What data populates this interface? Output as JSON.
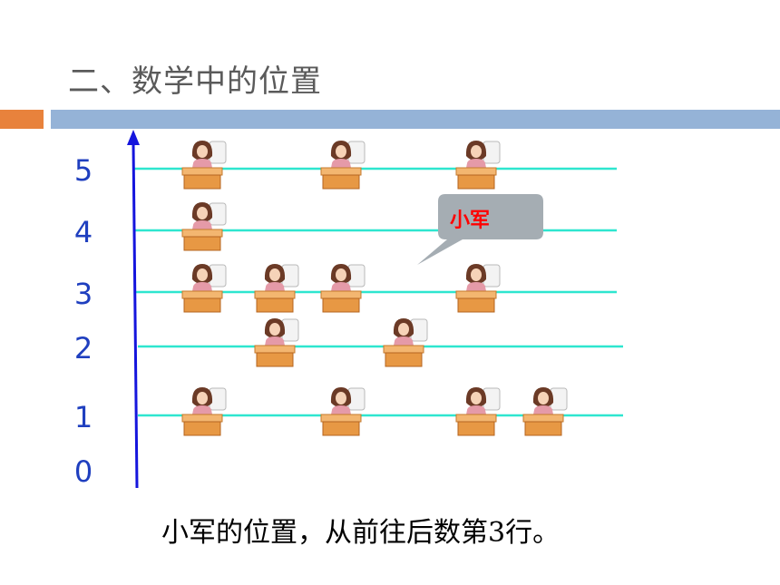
{
  "title": "二、数学中的位置",
  "row_labels": [
    "5",
    "4",
    "3",
    "2",
    "1",
    "0"
  ],
  "bubble": {
    "label": "小军"
  },
  "caption": "小军的位置，从前往后数第3行。",
  "colors": {
    "title_text": "#5a5a5a",
    "bar_orange": "#e8823c",
    "bar_blue": "#95b3d7",
    "axis_blue": "#1515dd",
    "row_line": "#2ee6cf",
    "number_blue": "#1f3fbf",
    "bubble_fill": "#a5adb3",
    "bubble_text": "#ff0000"
  },
  "icons": {
    "student": "student-at-desk-icon",
    "axis_arrow": "arrow-up-icon"
  },
  "students": [
    {
      "row": 5,
      "col": 1
    },
    {
      "row": 5,
      "col": 3
    },
    {
      "row": 5,
      "col": 5
    },
    {
      "row": 4,
      "col": 1
    },
    {
      "row": 3,
      "col": 1
    },
    {
      "row": 3,
      "col": 2
    },
    {
      "row": 3,
      "col": 3
    },
    {
      "row": 3,
      "col": 5
    },
    {
      "row": 2,
      "col": 2
    },
    {
      "row": 2,
      "col": 4
    },
    {
      "row": 1,
      "col": 1
    },
    {
      "row": 1,
      "col": 3
    },
    {
      "row": 1,
      "col": 5
    },
    {
      "row": 1,
      "col": 6
    }
  ]
}
